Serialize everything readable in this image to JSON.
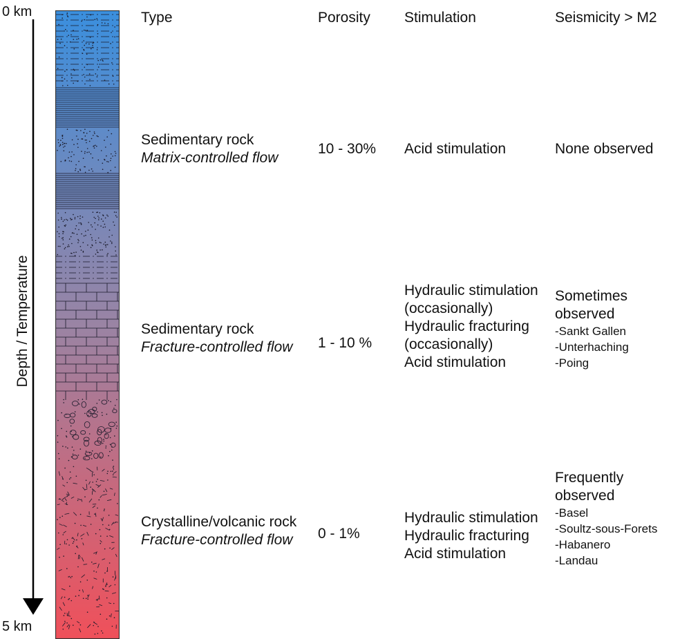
{
  "depth_axis": {
    "top_label": "0 km",
    "bottom_label": "5 km",
    "title": "Depth / Temperature"
  },
  "colors": {
    "top": "#3a8fde",
    "middle": "#9a84a4",
    "bottom": "#f0505a"
  },
  "headers": {
    "type": "Type",
    "porosity": "Porosity",
    "stimulation": "Stimulation",
    "seismicity": "Seismicity > M2"
  },
  "rows": [
    {
      "type_main": "Sedimentary rock",
      "type_flow": "Matrix-controlled flow",
      "porosity": "10 - 30%",
      "stimulation": [
        "Acid stimulation"
      ],
      "seismicity_main": [
        "None observed"
      ],
      "sites": []
    },
    {
      "type_main": "Sedimentary rock",
      "type_flow": "Fracture-controlled flow",
      "porosity": "1 - 10 %",
      "stimulation": [
        "Hydraulic stimulation",
        "(occasionally)",
        "Hydraulic fracturing",
        "(occasionally)",
        "Acid stimulation"
      ],
      "seismicity_main": [
        "Sometimes",
        "observed"
      ],
      "sites": [
        "-Sankt Gallen",
        "-Unterhaching",
        "-Poing"
      ]
    },
    {
      "type_main": "Crystalline/volcanic rock",
      "type_flow": "Fracture-controlled flow",
      "porosity": "0 - 1%",
      "stimulation": [
        "Hydraulic stimulation",
        "Hydraulic fracturing",
        "Acid stimulation"
      ],
      "seismicity_main": [
        "Frequently",
        "observed"
      ],
      "sites": [
        "-Basel",
        "-Soultz-sous-Forets",
        "-Habanero",
        "-Landau"
      ]
    }
  ]
}
